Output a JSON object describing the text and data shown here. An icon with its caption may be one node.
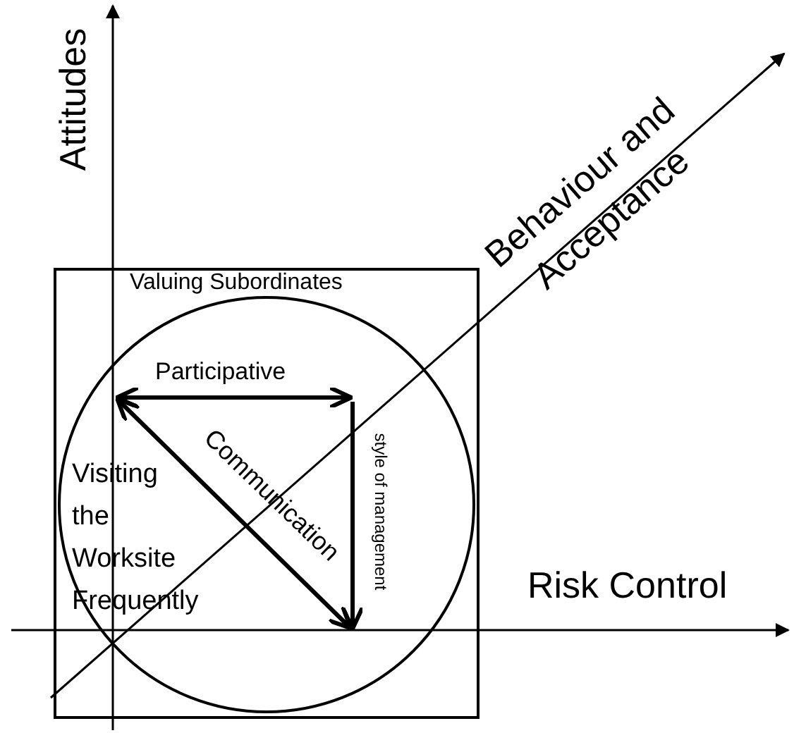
{
  "diagram": {
    "nodes": [
      {
        "text": [
          "Valuing Subordinates"
        ]
      },
      {
        "text": [
          "Visiting the Worksite Frequently"
        ],
        "in": 0
      }
    ],
    "labels": [
      "Attitudes",
      "Behaviour and Acceptance",
      "Risk Control",
      "Participative",
      "Communication",
      "style of management"
    ]
  }
}
